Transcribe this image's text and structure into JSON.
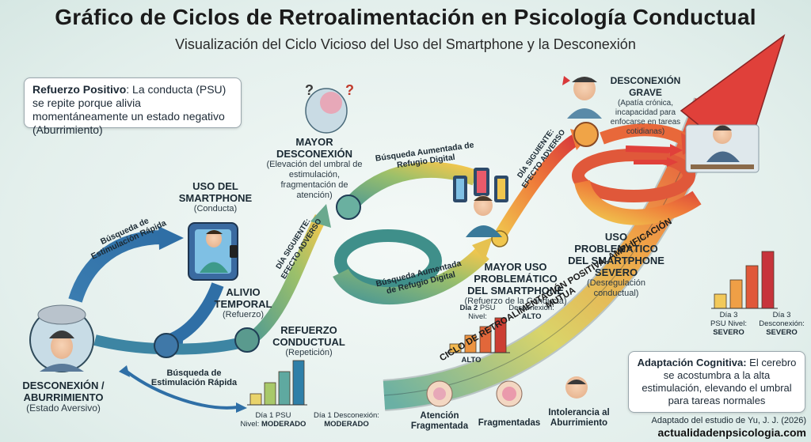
{
  "title": "Gráfico de Ciclos de Retroalimentación en Psicología Conductual",
  "subtitle": "Visualización del Ciclo Vicioso del Uso del Smartphone y la Desconexión",
  "info_box": {
    "bold": "Refuerzo Positivo",
    "text": ": La conducta (PSU) se repite porque alivia momentáneamente un estado negativo (Aburrimiento)"
  },
  "nodes": {
    "boredom": {
      "title": "DESCONEXIÓN / ABURRIMIENTO",
      "sub": "(Estado Aversivo)"
    },
    "use": {
      "title": "USO DEL SMARTPHONE",
      "sub": "(Conducta)"
    },
    "relief": {
      "title": "ALIVIO TEMPORAL",
      "sub": "(Refuerzo)"
    },
    "reinforce": {
      "title": "REFUERZO CONDUCTUAL",
      "sub": "(Repetición)"
    },
    "more_disc": {
      "title": "MAYOR DESCONEXIÓN",
      "sub": "(Elevación del umbral de estimulación, fragmentación de atención)"
    },
    "more_use": {
      "title": "MAYOR USO PROBLEMÁTICO DEL SMARTPHONE",
      "sub": "(Refuerzo de la Conducta)"
    },
    "severe_disc": {
      "title": "DESCONEXIÓN GRAVE",
      "sub": "(Apatía crónica, incapacidad para enfocarse en tareas cotidianas)"
    },
    "severe_use": {
      "title": "USO PROBLEMÁTICO DEL SMARTPHONE SEVERO",
      "sub": "(Desregulación conductual)"
    }
  },
  "arrow_labels": {
    "quick_search_top": "Búsqueda de Estimulación Rápida",
    "quick_search_bottom": "Búsqueda de Estimulación Rápida",
    "next_day_1": "DÍA SIGUIENTE: EFECTO ADVERSO",
    "next_day_2": "DÍA SIGUIENTE: EFECTO ADVERSO",
    "refuge_top": "Búsqueda Aumentada de Refugio Digital",
    "refuge_spiral": "Búsqueda Aumentada de Refugio Digital",
    "amplification": "CICLO DE RETROALIMENTACIÓN POSITIVA: AMPLIFICACIÓN MUTUA"
  },
  "chart_data": [
    {
      "type": "bar",
      "categories": [
        "Día 1 PSU Nivel",
        "Día 1 Desconexión"
      ],
      "series": [
        {
          "values": [
            1,
            2,
            3,
            4
          ]
        }
      ],
      "labels": {
        "psu_a": "Día 1 PSU",
        "psu_b": "Nivel: ",
        "psu_level": "MODERADO",
        "disc_a": "Día 1 Desconexión:",
        "disc_level": "MODERADO"
      },
      "colors": [
        "#e9d36b",
        "#a8c96a",
        "#5fa9a0",
        "#2f7fa8"
      ]
    },
    {
      "type": "bar",
      "categories": [
        "Día 2 PSU Nivel",
        "Día 2 Desconexión"
      ],
      "series": [
        {
          "values": [
            1,
            2,
            3,
            4
          ]
        }
      ],
      "labels": {
        "psu_a": "Día 2",
        "psu_a2": " PSU",
        "psu_b": "Nivel:",
        "psu_level": "ALTO",
        "disc_a": "Desconexión:",
        "disc_level": "ALTO"
      },
      "colors": [
        "#f2b84f",
        "#ec9441",
        "#e2673a",
        "#cc3e33"
      ]
    },
    {
      "type": "bar",
      "categories": [
        "Día 3 PSU Nivel",
        "Día 3 Desconexión"
      ],
      "series": [
        {
          "values": [
            1,
            2,
            3,
            4
          ]
        }
      ],
      "labels": {
        "psu_a": "Día 3",
        "psu_b": "PSU Nivel:",
        "psu_level": "SEVERO",
        "disc_a": "Día 3",
        "disc_b": "Desconexión:",
        "disc_level": "SEVERO"
      },
      "colors": [
        "#f2c95a",
        "#ef9f46",
        "#e0583a",
        "#c7343b"
      ]
    }
  ],
  "effects": {
    "attention": "Atención Fragmentada",
    "fragmented": "Fragmentadas",
    "intolerance": "Intolerancia al Aburrimiento"
  },
  "adaptation_box": {
    "bold": "Adaptación Cognitiva:",
    "text": " El cerebro se acostumbra a la alta estimulación, elevando el umbral para tareas normales"
  },
  "credit": "Adaptado del estudio de Yu, J. J. (2026)",
  "site": "actualidadenpsicologia.com",
  "colors": {
    "teal": "#3f8f8a",
    "blue": "#2f6fa6",
    "orange": "#ef7d3a",
    "red": "#d8383a",
    "yellow": "#f0c64e"
  }
}
